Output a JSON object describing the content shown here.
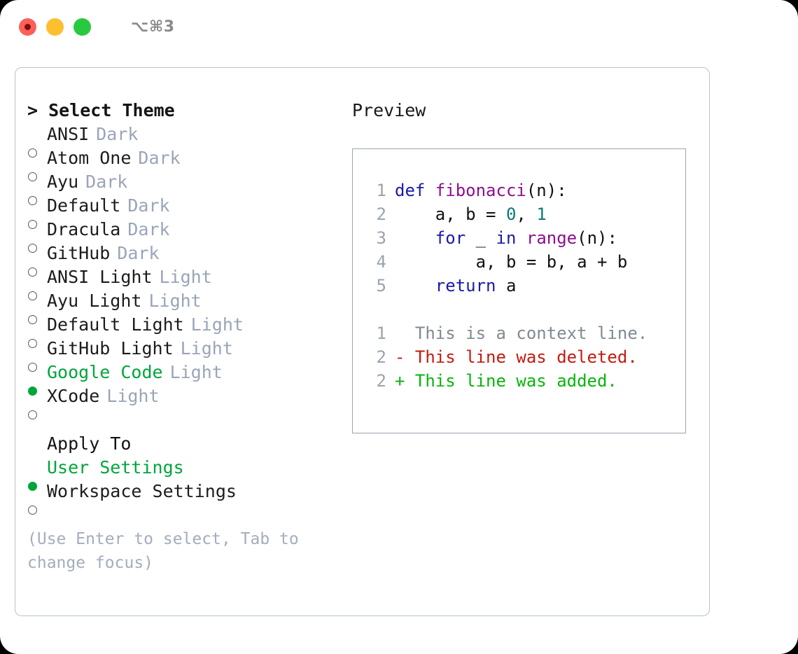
{
  "titlebar": {
    "buttons": [
      {
        "name": "close",
        "color": "#fc6059"
      },
      {
        "name": "minimize",
        "color": "#fcbf2e"
      },
      {
        "name": "maximize",
        "color": "#28c93f"
      }
    ],
    "shortcut": "⌥⌘3"
  },
  "theme_picker": {
    "heading": "> Select Theme",
    "accent_color": "#00a53c",
    "variant_color": "#9aa5b8",
    "options": [
      {
        "name": "ANSI",
        "variant": "Dark",
        "selected": false,
        "bullet": "○"
      },
      {
        "name": "Atom One",
        "variant": "Dark",
        "selected": false,
        "bullet": "○"
      },
      {
        "name": "Ayu",
        "variant": "Dark",
        "selected": false,
        "bullet": "○"
      },
      {
        "name": "Default",
        "variant": "Dark",
        "selected": false,
        "bullet": "○"
      },
      {
        "name": "Dracula",
        "variant": "Dark",
        "selected": false,
        "bullet": "○"
      },
      {
        "name": "GitHub",
        "variant": "Dark",
        "selected": false,
        "bullet": "○"
      },
      {
        "name": "ANSI Light",
        "variant": "Light",
        "selected": false,
        "bullet": "○"
      },
      {
        "name": "Ayu Light",
        "variant": "Light",
        "selected": false,
        "bullet": "○"
      },
      {
        "name": "Default Light",
        "variant": "Light",
        "selected": false,
        "bullet": "○"
      },
      {
        "name": "GitHub Light",
        "variant": "Light",
        "selected": false,
        "bullet": "○"
      },
      {
        "name": "Google Code",
        "variant": "Light",
        "selected": true,
        "bullet": "●"
      },
      {
        "name": "XCode",
        "variant": "Light",
        "selected": false,
        "bullet": "○"
      }
    ]
  },
  "apply_to": {
    "heading": "Apply To",
    "options": [
      {
        "name": "User Settings",
        "selected": true,
        "bullet": "●"
      },
      {
        "name": "Workspace Settings",
        "selected": false,
        "bullet": "○"
      }
    ]
  },
  "hint": "(Use Enter to select, Tab to change focus)",
  "preview": {
    "title": "Preview",
    "code_lines": [
      {
        "lineno": "1",
        "tokens": [
          {
            "text": "def ",
            "cls": "tok-kw"
          },
          {
            "text": "fibonacci",
            "cls": "tok-fn"
          },
          {
            "text": "(n):",
            "cls": "tok-op"
          }
        ]
      },
      {
        "lineno": "2",
        "tokens": [
          {
            "text": "    a, b = ",
            "cls": "tok-id"
          },
          {
            "text": "0",
            "cls": "tok-num"
          },
          {
            "text": ", ",
            "cls": "tok-op"
          },
          {
            "text": "1",
            "cls": "tok-num"
          }
        ]
      },
      {
        "lineno": "3",
        "tokens": [
          {
            "text": "    ",
            "cls": "tok-id"
          },
          {
            "text": "for",
            "cls": "tok-kw"
          },
          {
            "text": " _ ",
            "cls": "tok-id"
          },
          {
            "text": "in",
            "cls": "tok-kw"
          },
          {
            "text": " ",
            "cls": "tok-id"
          },
          {
            "text": "range",
            "cls": "tok-fn"
          },
          {
            "text": "(n):",
            "cls": "tok-op"
          }
        ]
      },
      {
        "lineno": "4",
        "tokens": [
          {
            "text": "        a, b = b, a + b",
            "cls": "tok-id"
          }
        ]
      },
      {
        "lineno": "5",
        "tokens": [
          {
            "text": "    ",
            "cls": "tok-id"
          },
          {
            "text": "return",
            "cls": "tok-kw"
          },
          {
            "text": " a",
            "cls": "tok-id"
          }
        ]
      }
    ],
    "diff_lines": [
      {
        "lineno": "1",
        "text": "  This is a context line.",
        "cls": "diff-ctx",
        "kind": "context"
      },
      {
        "lineno": "2",
        "text": "- This line was deleted.",
        "cls": "diff-del",
        "kind": "deleted"
      },
      {
        "lineno": "2",
        "text": "+ This line was added.",
        "cls": "diff-add",
        "kind": "added"
      }
    ]
  }
}
